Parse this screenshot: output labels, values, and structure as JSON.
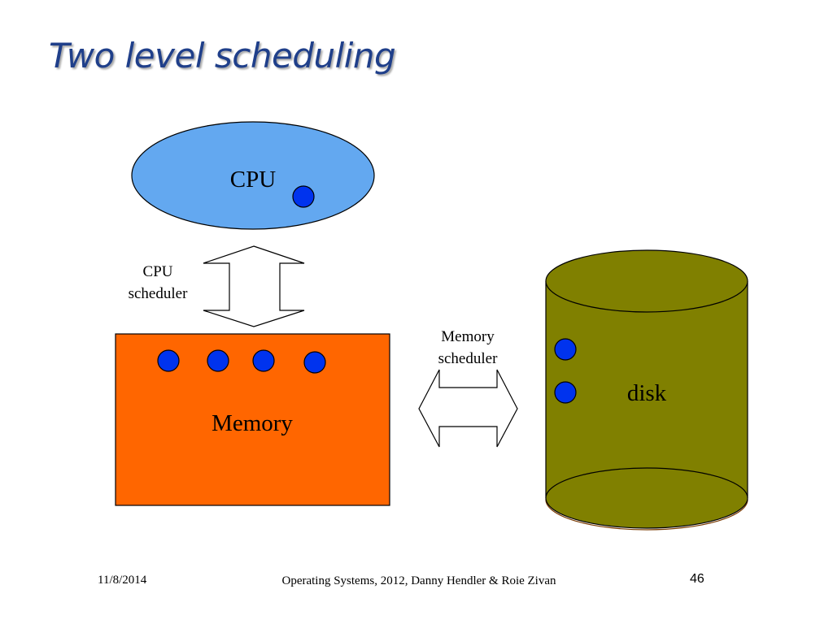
{
  "slide": {
    "title": "Two level scheduling"
  },
  "diagram": {
    "cpu": {
      "label": "CPU",
      "process_count": 1
    },
    "cpu_scheduler": {
      "line1": "CPU",
      "line2": "scheduler"
    },
    "memory": {
      "label": "Memory",
      "process_count": 4
    },
    "memory_scheduler": {
      "line1": "Memory",
      "line2": "scheduler"
    },
    "disk": {
      "label": "disk",
      "process_count": 2
    }
  },
  "colors": {
    "title": "#1f3f8a",
    "cpu_fill": "#63a8f0",
    "memory_fill": "#ff6600",
    "disk_fill": "#808000",
    "process_fill": "#0033ee",
    "arrow_fill": "#ffffff"
  },
  "footer": {
    "date": "11/8/2014",
    "credit": "Operating Systems, 2012, Danny Hendler & Roie Zivan",
    "page_number": "46"
  }
}
